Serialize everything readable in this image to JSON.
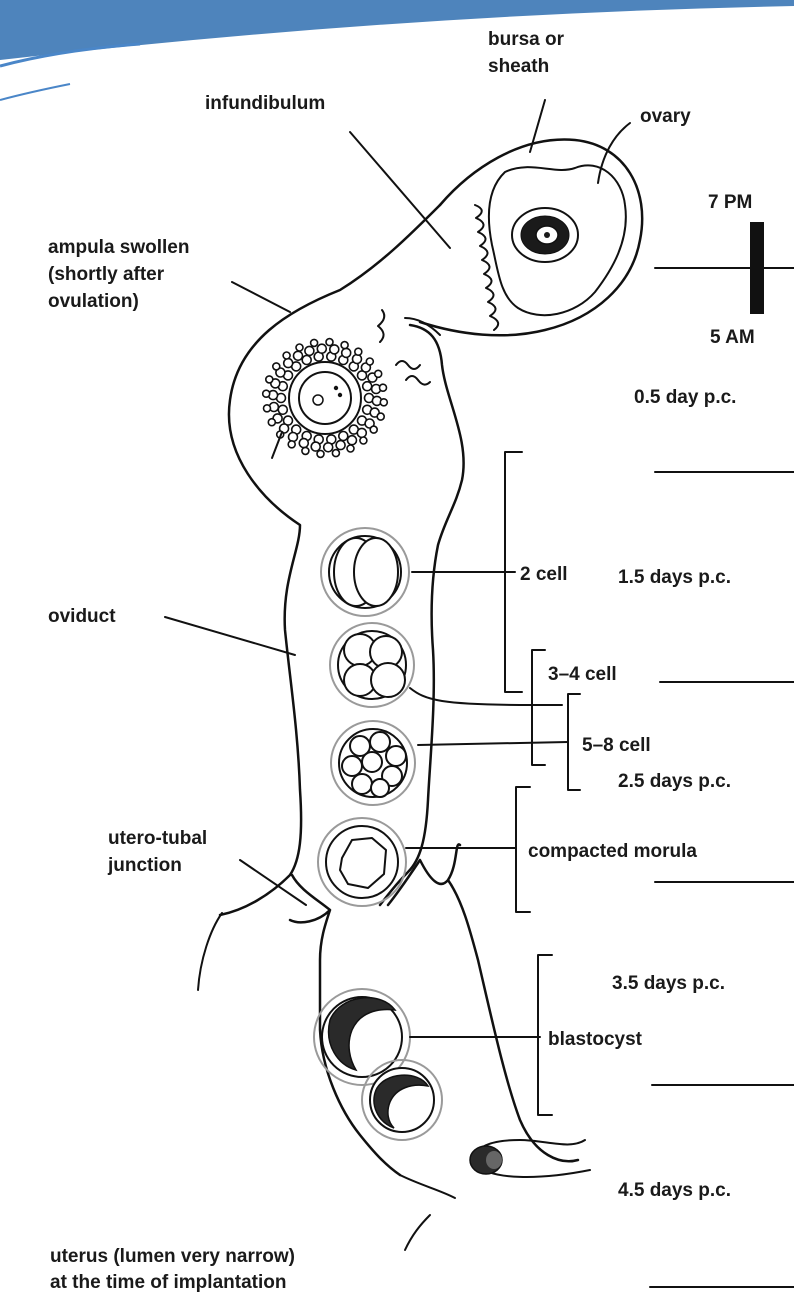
{
  "colors": {
    "ink": "#111111",
    "zona": "#9a9a9a",
    "corner_accent": "#2f6fb0",
    "dark_fill": "#2a2a2a"
  },
  "labels": {
    "bursa": [
      "bursa or",
      "sheath"
    ],
    "infundibulum": "infundibulum",
    "ovary": "ovary",
    "ampula": [
      "ampula swollen",
      "(shortly after",
      "ovulation)"
    ],
    "oviduct": "oviduct",
    "utero_tubal": [
      "utero-tubal",
      "junction"
    ],
    "uterus": [
      "uterus (lumen very narrow)",
      "at the time of implantation"
    ],
    "two_cell": "2 cell",
    "three_four_cell": "3–4 cell",
    "five_eight_cell": "5–8 cell",
    "compacted_morula": "compacted morula",
    "blastocyst": "blastocyst"
  },
  "timeline": {
    "start": "7 PM",
    "end": "5 AM",
    "days": [
      "0.5 day p.c.",
      "1.5 days p.c.",
      "2.5 days p.c.",
      "3.5 days p.c.",
      "4.5 days p.c."
    ]
  }
}
